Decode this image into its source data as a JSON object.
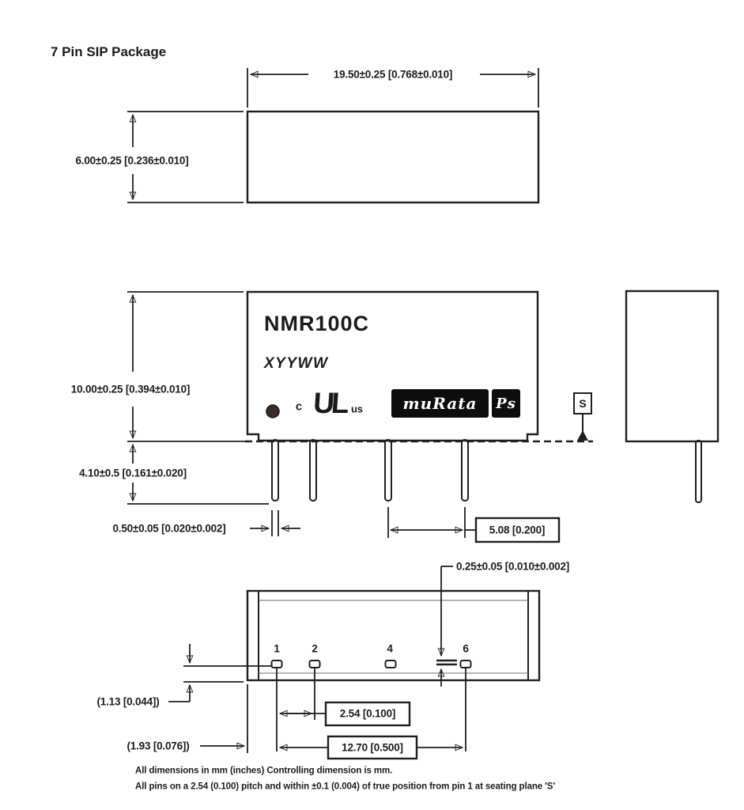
{
  "title": "7 Pin SIP Package",
  "views": {
    "top": {
      "width_dim": "19.50±0.25 [0.768±0.010]",
      "height_dim": "6.00±0.25 [0.236±0.010]"
    },
    "front": {
      "model": "NMR100C",
      "date_code": "XYYWW",
      "ul": {
        "c": "c",
        "mark": "UL",
        "us": "us"
      },
      "brand": {
        "name": "muRata",
        "ps": "Ps"
      },
      "body_height_dim": "10.00±0.25 [0.394±0.010]",
      "lead_length_dim": "4.10±0.5 [0.161±0.020]",
      "lead_width_dim": "0.50±0.05 [0.020±0.002]",
      "lead_span_dim": "5.08 [0.200]",
      "datum_label": "S"
    },
    "bottom": {
      "lead_thickness_dim": "0.25±0.05 [0.010±0.002]",
      "pin_numbers": [
        "1",
        "2",
        "4",
        "6"
      ],
      "pad_edge_offset_dim": "(1.13 [0.044])",
      "pin1_edge_offset_dim": "(1.93 [0.076])",
      "pitch_dim": "2.54 [0.100]",
      "row_length_dim": "12.70 [0.500]"
    }
  },
  "notes": {
    "line1": "All dimensions in mm (inches) Controlling dimension is mm.",
    "line2": "All pins on a 2.54 (0.100) pitch and within ±0.1 (0.004) of true position from pin 1 at seating plane 'S'"
  },
  "colors": {
    "line": "#1f1f1f",
    "pin1_dot": "#3a2d28",
    "logo_bg": "#0d0d0d",
    "background": "#ffffff"
  }
}
